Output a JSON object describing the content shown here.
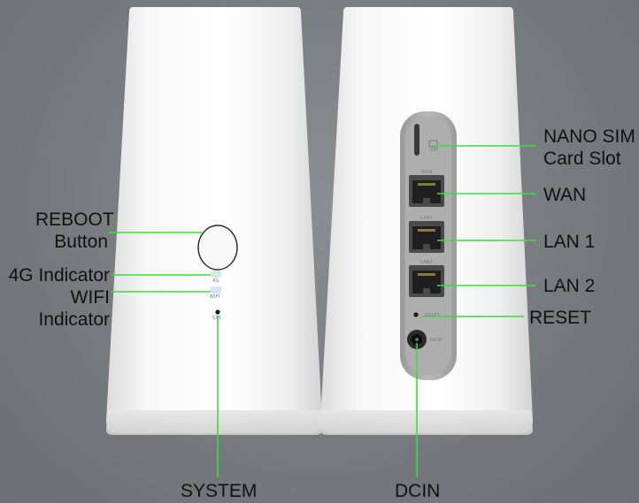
{
  "labels": {
    "reboot_line1": "REBOOT",
    "reboot_line2": "Button",
    "indicator_4g": "4G Indicator",
    "wifi_line1": "WIFI",
    "wifi_line2": "Indicator",
    "system": "SYSTEM",
    "nano_sim_line1": "NANO SIM",
    "nano_sim_line2": "Card Slot",
    "wan": "WAN",
    "lan1": "LAN 1",
    "lan2": "LAN 2",
    "reset": "RESET",
    "dcin": "DCIN"
  },
  "device_tags": {
    "led_4g": "4G",
    "led_wifi": "WIFI",
    "led_sys": "SYS",
    "sim": "SIM",
    "wan_port": "WAN",
    "lan1_port": "LAN1",
    "lan2_port": "LAN2",
    "reset_hole": "RESET",
    "dc_port": "DCIN"
  },
  "colors": {
    "callout_line": "#3ddc3d",
    "label_text": "#111111",
    "background": "#7d8186",
    "device_body": "#f3f3f3"
  }
}
